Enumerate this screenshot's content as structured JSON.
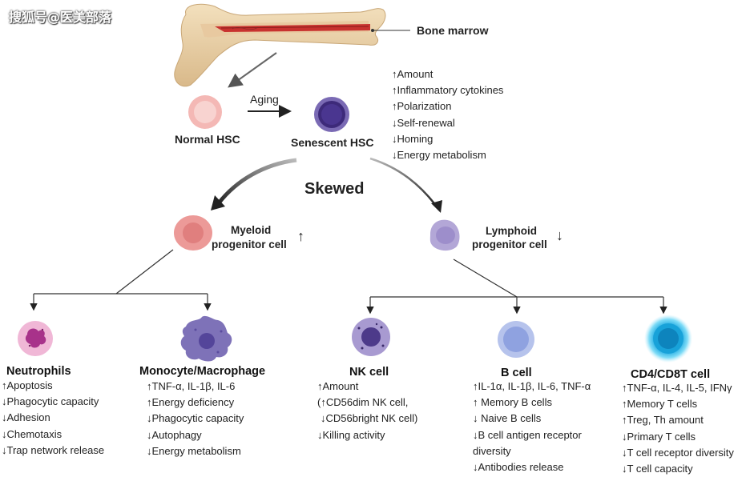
{
  "watermark": "搜狐号@医美部落",
  "bone_marrow_label": "Bone marrow",
  "aging_label": "Aging",
  "normal_hsc_label": "Normal HSC",
  "senescent_hsc_label": "Senescent HSC",
  "senescent_changes": [
    "↑Amount",
    "↑Inflammatory cytokines",
    "↑Polarization",
    "↓Self-renewal",
    "↓Homing",
    "↓Energy metabolism"
  ],
  "skewed_label": "Skewed",
  "myeloid": {
    "line1": "Myeloid",
    "line2": "progenitor cell",
    "arrow": "↑"
  },
  "lymphoid": {
    "line1": "Lymphoid",
    "line2": "progenitor cell",
    "arrow": "↓"
  },
  "neutrophils": {
    "title": "Neutrophils",
    "items": [
      "↑Apoptosis",
      "↓Phagocytic capacity",
      "↓Adhesion",
      "↓Chemotaxis",
      "↓Trap network release"
    ]
  },
  "monocyte": {
    "title": "Monocyte/Macrophage",
    "items": [
      "↑TNF-α, IL-1β, IL-6",
      "↑Energy deficiency",
      "↓Phagocytic capacity",
      "↓Autophagy",
      "↓Energy metabolism"
    ]
  },
  "nk": {
    "title": "NK cell",
    "items": [
      "↑Amount",
      "(↑CD56dim NK cell,",
      "↓CD56bright NK cell)",
      "↓Killing activity"
    ]
  },
  "bcell": {
    "title": "B cell",
    "items": [
      "↑IL-1α, IL-1β, IL-6, TNF-α",
      "↑ Memory B cells",
      "↓ Naive B cells",
      "↓B cell antigen receptor",
      "diversity",
      "↓Antibodies release"
    ]
  },
  "tcell": {
    "title": "CD4/CD8T cell",
    "items": [
      "↑TNF-α, IL-4, IL-5, IFNγ",
      "↑Memory T cells",
      "↑Treg, Th amount",
      "↓Primary T cells",
      "↓T cell receptor diversity",
      "↓T cell capacity"
    ]
  }
}
